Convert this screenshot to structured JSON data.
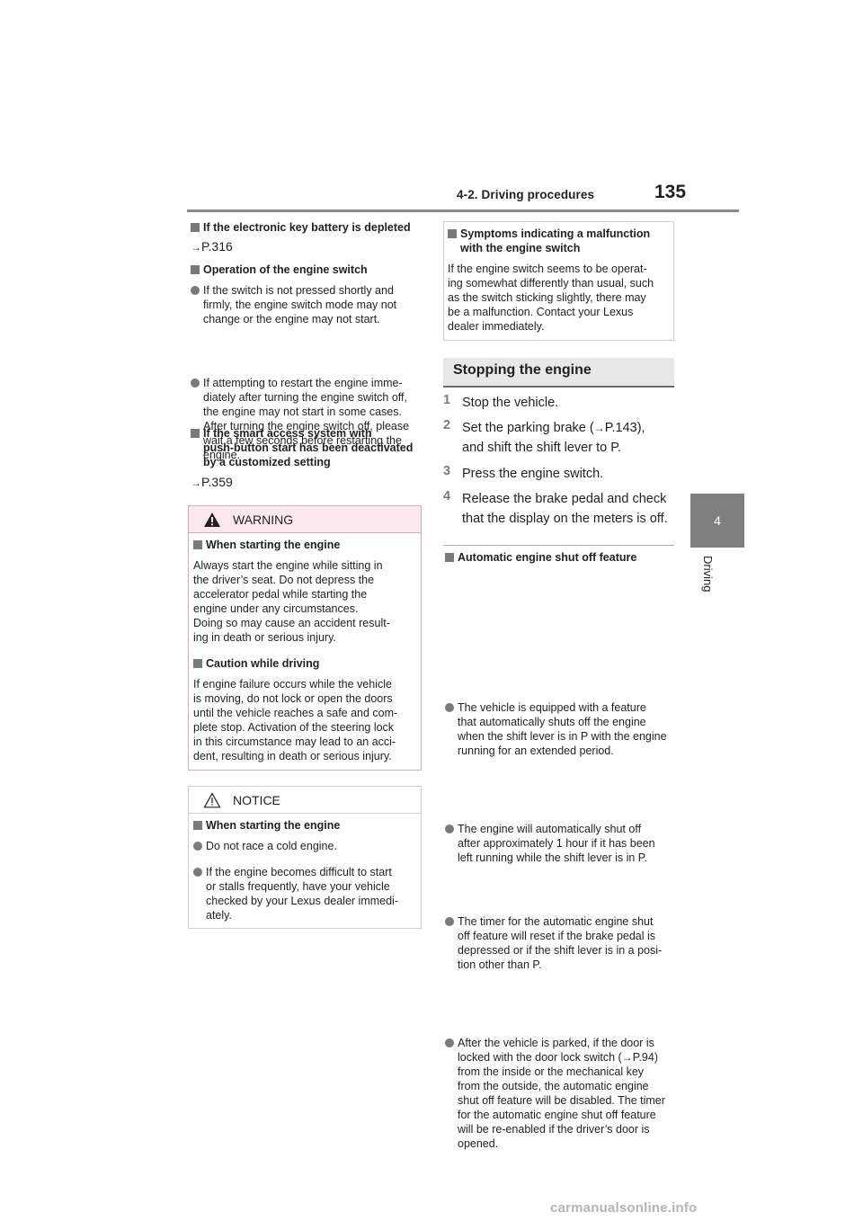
{
  "header": {
    "section": "4-2. Driving procedures",
    "page_number": "135"
  },
  "side_tab": {
    "number": "4",
    "label": "Driving"
  },
  "left": {
    "h1": "If the electronic key battery is depleted",
    "ref1": "P.316",
    "h2": "Operation of the engine switch",
    "b1": [
      "If the switch is not pressed shortly and",
      "firmly, the engine switch mode may not",
      "change or the engine may not start."
    ],
    "b2": [
      "If attempting to restart the engine imme-",
      "diately after turning the engine switch off,",
      "the engine may not start in some cases.",
      "After turning the engine switch off, please",
      "wait a few seconds before restarting the",
      "engine."
    ],
    "h3": [
      "If the smart access system with",
      "push-button start has been deactivated",
      "by a customized setting"
    ],
    "ref2": "P.359"
  },
  "warning": {
    "title": "WARNING",
    "s1": "When starting the engine",
    "p1": [
      "Always start the engine while sitting in",
      "the driver’s seat. Do not depress the",
      "accelerator pedal while starting the",
      "engine under any circumstances.",
      "Doing so may cause an accident result-",
      "ing in death or serious injury."
    ],
    "s2": "Caution while driving",
    "p2": [
      "If engine failure occurs while the vehicle",
      "is moving, do not lock or open the doors",
      "until the vehicle reaches a safe and com-",
      "plete stop. Activation of the steering lock",
      "in this circumstance may lead to an acci-",
      "dent, resulting in death or serious injury."
    ]
  },
  "notice": {
    "title": "NOTICE",
    "s1": "When starting the engine",
    "b1": "Do not race a cold engine.",
    "b2": [
      "If the engine becomes difficult to start",
      "or stalls frequently, have your vehicle",
      "checked by your Lexus dealer immedi-",
      "ately."
    ]
  },
  "symptoms": {
    "title": [
      "Symptoms indicating a malfunction",
      "with the engine switch"
    ],
    "text": [
      "If the engine switch seems to be operat-",
      "ing somewhat differently than usual, such",
      "as the switch sticking slightly, there may",
      "be a malfunction. Contact your Lexus",
      "dealer immediately."
    ]
  },
  "stopping": {
    "title": "Stopping the engine",
    "steps": [
      {
        "num": "1",
        "lines": [
          "Stop the vehicle."
        ]
      },
      {
        "num": "2",
        "lines": [
          "Set the parking brake (",
          "P.143),",
          "and shift the shift lever to P."
        ]
      },
      {
        "num": "3",
        "lines": [
          "Press the engine switch."
        ]
      },
      {
        "num": "4",
        "lines": [
          "Release the brake pedal and check",
          "that the display on the meters is off."
        ]
      }
    ]
  },
  "auto": {
    "title": "Automatic engine shut off feature",
    "b1": [
      "The vehicle is equipped with a feature",
      "that automatically shuts off the engine",
      "when the shift lever is in P with the engine",
      "running for an extended period."
    ],
    "b2": [
      "The engine will automatically shut off",
      "after approximately 1 hour if it has been",
      "left running while the shift lever is in P."
    ],
    "b3": [
      "The timer for the automatic engine shut",
      "off feature will reset if the brake pedal is",
      "depressed or if the shift lever is in a posi-",
      "tion other than P."
    ],
    "b4": [
      "After the vehicle is parked, if the door is",
      "locked with the door lock switch (",
      "P.94)",
      "from the inside or the mechanical key",
      "from the outside, the automatic engine",
      "shut off feature will be disabled. The timer",
      "for the automatic engine shut off feature",
      "will be re-enabled if the driver’s door is",
      "opened."
    ]
  },
  "icons": {
    "arrow": "→",
    "warning_icon": "warning-triangle-filled",
    "notice_icon": "warning-triangle-outline"
  },
  "watermark": "carmanualsonline.info"
}
